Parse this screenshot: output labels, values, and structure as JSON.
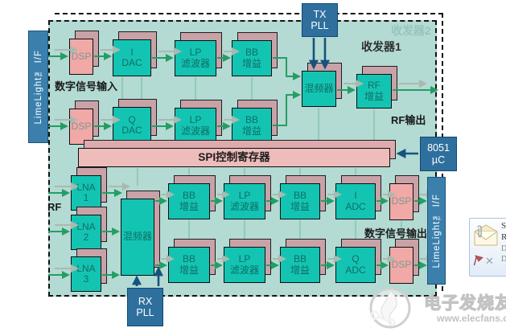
{
  "diagram": {
    "region_labels": {
      "transceiver2": "收发器2",
      "transceiver1": "收发器1",
      "digital_input": "数字信号输入",
      "digital_output": "数字信号输出",
      "rf_output": "RF输出",
      "rf_input": "RF",
      "spi_register": "SPI控制寄存器"
    },
    "interfaces": {
      "left": "LimeLight™ I/F",
      "right": "LimeLight™ I/F"
    },
    "control_blocks": {
      "tx_pll": "TX\nPLL",
      "rx_pll": "RX\nPLL",
      "mcu": "8051\nµC"
    },
    "tx_path": {
      "dsp_i": "DSP",
      "dsp_q": "DSP",
      "i_dac": "I\nDAC",
      "q_dac": "Q\nDAC",
      "lp_filter_i": "LP\n滤波器",
      "lp_filter_q": "LP\n滤波器",
      "bb_gain_i": "BB\n增益",
      "bb_gain_q": "BB\n增益",
      "mixer": "混频器",
      "rf_gain": "RF\n增益"
    },
    "rx_path": {
      "lna1": "LNA\n1",
      "lna2": "LNA\n2",
      "lna3": "LNA\n3",
      "mixer": "混频器",
      "bb_gain_i1": "BB\n增益",
      "bb_gain_q1": "BB\n增益",
      "lp_filter_i": "LP\n滤波器",
      "lp_filter_q": "LP\n滤波器",
      "bb_gain_i2": "BB\n增益",
      "bb_gain_q2": "BB\n增益",
      "i_adc": "I\nADC",
      "q_adc": "Q\nADC",
      "dsp_i": "DSP",
      "dsp_q": "DSP"
    },
    "colors": {
      "canvas": "#b3dad3",
      "teal_block": "#14c4b3",
      "pink_block": "#f0a9a6",
      "shadow_block": "#c9a2a8",
      "blue_block": "#2e6f9e",
      "interface_bar": "#3b80ad",
      "arrow_green": "#259e63",
      "arrow_gray": "#a9b9af",
      "arrow_blue": "#15527e"
    }
  },
  "watermark": {
    "brand": "电子发烧友",
    "site": "www.elecfans.com"
  },
  "mail_panel": {
    "line1": "S",
    "line2": "R",
    "line3": "D",
    "line4": "D"
  }
}
